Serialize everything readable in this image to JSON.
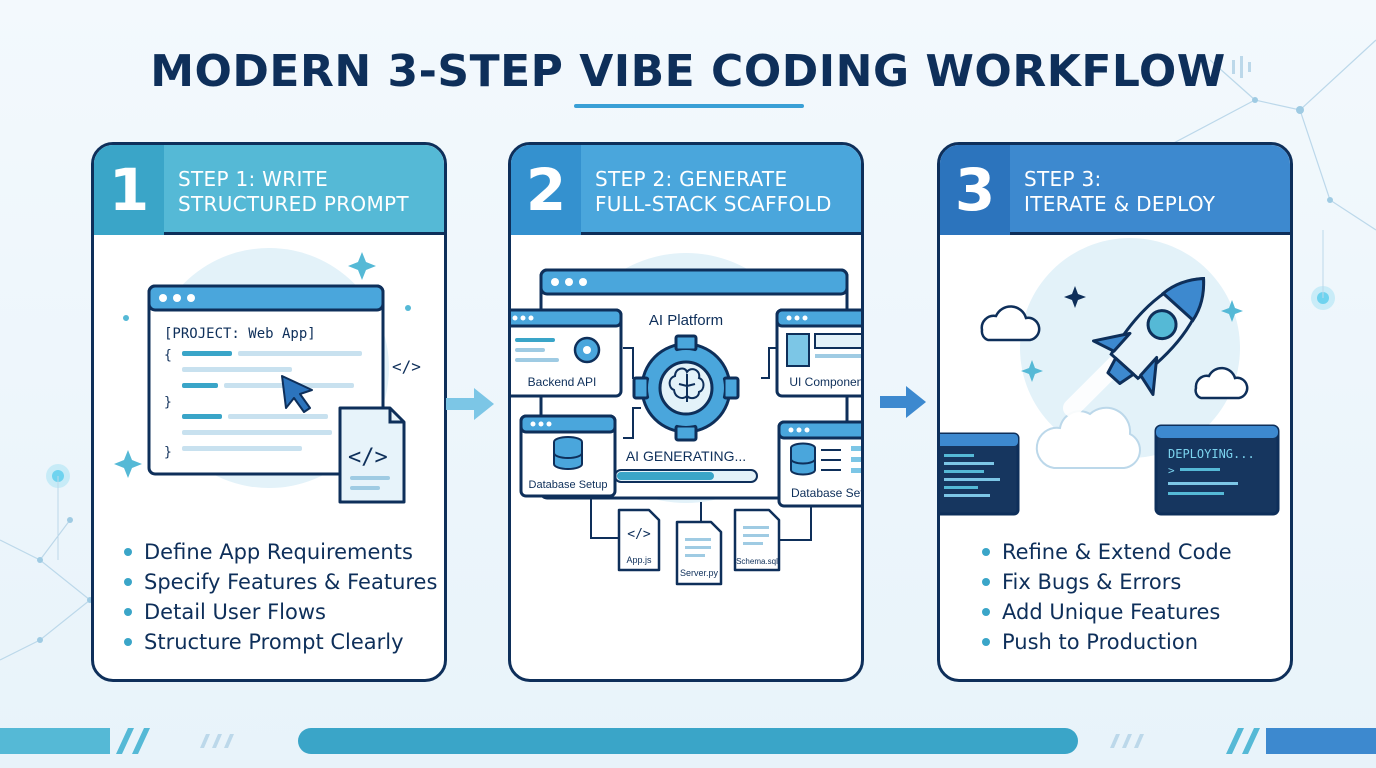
{
  "title": "MODERN 3-STEP VIBE CODING WORKFLOW",
  "steps": [
    {
      "number": "1",
      "heading_line1": "STEP 1: WRITE",
      "heading_line2": "STRUCTURED PROMPT",
      "prompt_text": "[PROJECT: Web App]",
      "brace_open": "{",
      "brace_mid": "}",
      "brace_close": "}",
      "bullets": [
        "Define App Requirements",
        "Specify Features & Features",
        "Detail User Flows",
        "Structure Prompt Clearly"
      ]
    },
    {
      "number": "2",
      "heading_line1": "STEP 2: GENERATE",
      "heading_line2": "FULL-STACK SCAFFOLD",
      "platform_label": "AI Platform",
      "backend_label": "Backend API",
      "ui_label": "UI Components",
      "db_left_label": "Database Setup",
      "db_right_label": "Database Setup",
      "generating_label": "AI GENERATING...",
      "generating_progress": 0.7,
      "files": [
        "App.js",
        "Server.py",
        "Schema.sql"
      ]
    },
    {
      "number": "3",
      "heading_line1": "STEP 3:",
      "heading_line2": "ITERATE & DEPLOY",
      "deploy_label": "DEPLOYING...",
      "bullets": [
        "Refine & Extend Code",
        "Fix Bugs & Errors",
        "Add Unique Features",
        "Push to Production"
      ]
    }
  ],
  "colors": {
    "navy": "#0e2f5a",
    "teal": "#55b9d6",
    "blue": "#4aa6dc",
    "deep_blue": "#3d89cf",
    "accent": "#3aa5c8"
  },
  "icons": [
    "code-tag-icon",
    "cursor-icon",
    "sparkle-icon",
    "gear-icon",
    "brain-icon",
    "database-icon",
    "rocket-icon",
    "cloud-icon",
    "file-icon",
    "arrow-right-icon"
  ]
}
